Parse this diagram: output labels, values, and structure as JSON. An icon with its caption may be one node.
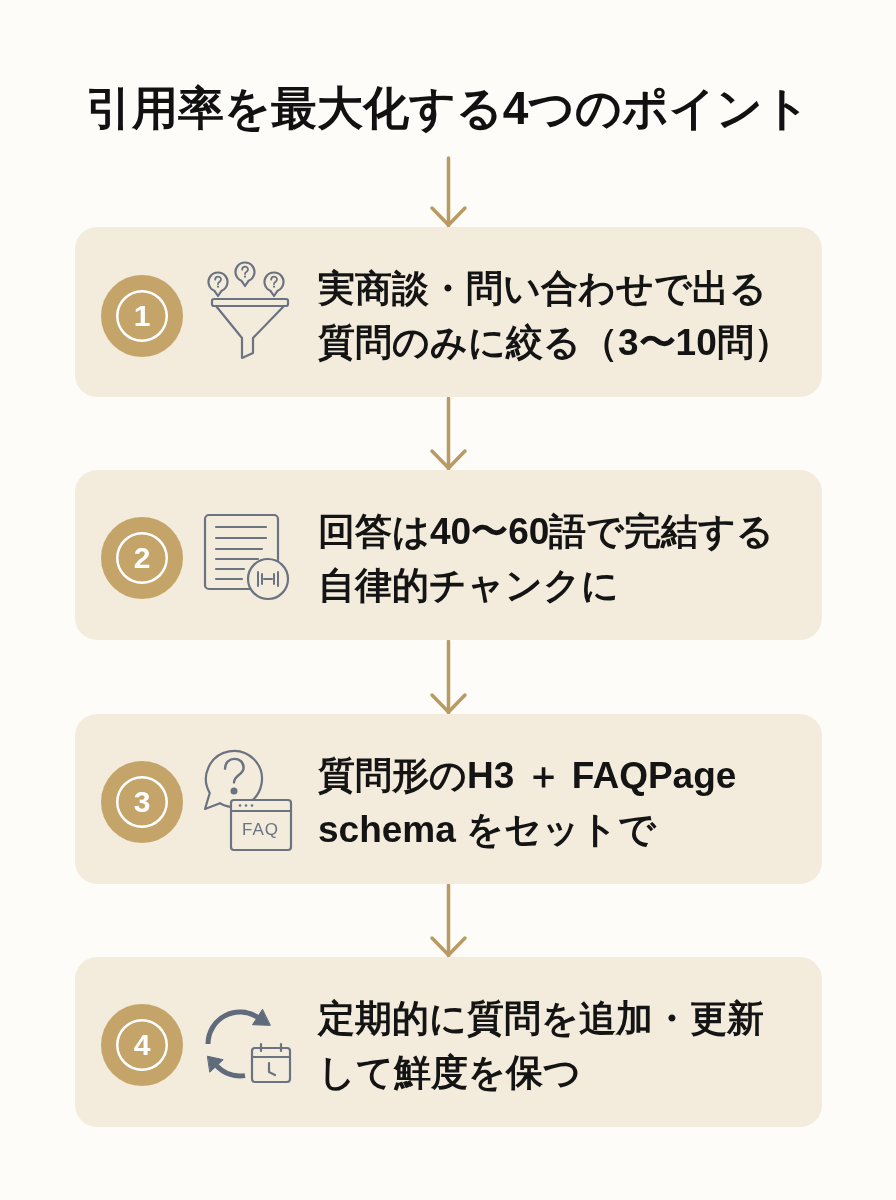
{
  "diagram": {
    "title": "引用率を最大化する4つのポイント",
    "nodes": [
      {
        "text": [
          "実商談・問い合わせで出る質問のみに絞る（3〜10問）"
        ]
      },
      {
        "text": [
          "1"
        ],
        "in": 0
      },
      {
        "text": [
          "回答は40〜60語で完結する自律的チャンクに"
        ]
      },
      {
        "text": [
          "2"
        ],
        "in": 2
      },
      {
        "text": [
          "質問形のH3 ＋ FAQPage schema をセットで"
        ]
      },
      {
        "text": [
          "3"
        ],
        "in": 4
      },
      {
        "text": [
          "定期的に質問を追加・更新して鮮度を保つ"
        ]
      },
      {
        "text": [
          "4"
        ],
        "in": 6
      }
    ],
    "edges": [
      {
        "from": null,
        "to": 0,
        "arrow": "to"
      },
      {
        "from": 0,
        "to": 2,
        "arrow": "to"
      },
      {
        "from": 2,
        "to": 4,
        "arrow": "to"
      },
      {
        "from": 4,
        "to": 6,
        "arrow": "to"
      }
    ],
    "labels": [
      "FAQ"
    ]
  }
}
